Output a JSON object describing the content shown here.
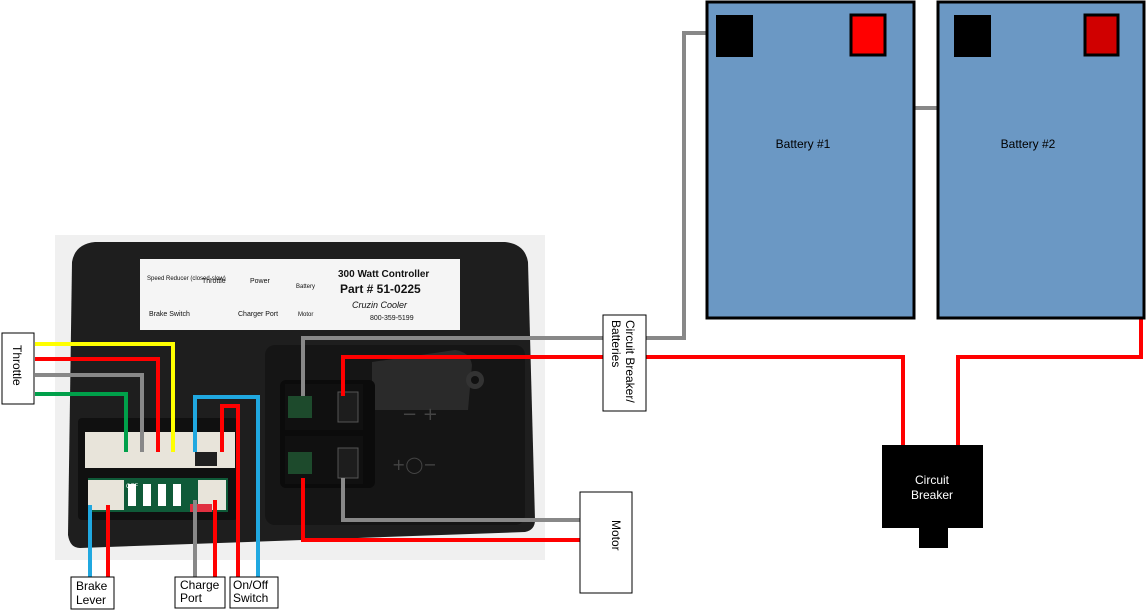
{
  "labels": {
    "throttle": "Throttle",
    "brake_lever_1": "Brake",
    "brake_lever_2": "Lever",
    "charge_port_1": "Charge",
    "charge_port_2": "Port",
    "on_off_1": "On/Off",
    "on_off_2": "Switch",
    "motor": "Motor",
    "circuit_breaker_batteries_1": "Circuit Breaker/",
    "circuit_breaker_batteries_2": "Batteries",
    "battery_1": "Battery #1",
    "battery_2": "Battery #2",
    "circuit_breaker_1": "Circuit",
    "circuit_breaker_2": "Breaker"
  },
  "controller": {
    "title": "300 Watt Controller",
    "part": "Part # 51-0225",
    "brand": "Cruzin Cooler",
    "phone": "800-359-5199",
    "legend": {
      "speed_reducer": "Speed Reducer (closed-slow)",
      "throttle": "Throttle",
      "power": "Power",
      "battery": "Battery",
      "brake_switch": "Brake Switch",
      "charger_port": "Charger Port",
      "motor": "Motor"
    },
    "sw_off": "OFF"
  },
  "colors": {
    "battery_fill": "#6b98c4",
    "terminal_red": "#ff0000",
    "terminal_black": "#000000",
    "wire_red": "#ff0000",
    "wire_gray": "#888888",
    "wire_blue": "#20a8e0",
    "wire_yellow": "#ffff00",
    "wire_green": "#00a04a",
    "controller_body": "#1e1e1e"
  }
}
